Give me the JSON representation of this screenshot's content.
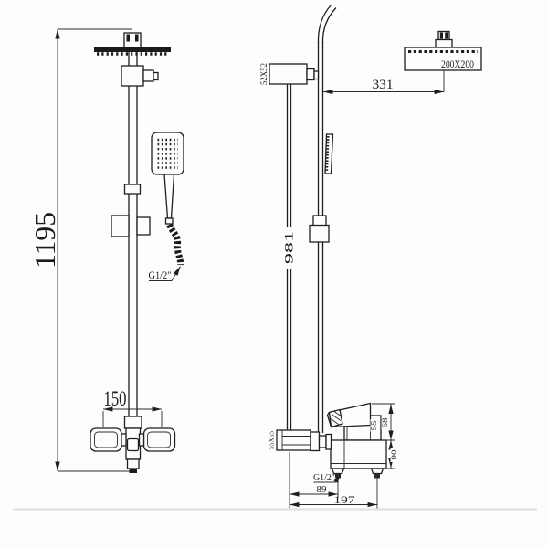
{
  "drawing": {
    "kind": "technical-drawing",
    "subject": "thermostatic shower column, two orthographic views with dimensions",
    "background": "#fdfdfd",
    "line_color": "#1e1e1e",
    "front_view": {
      "overall_height": "1195",
      "handle_spacing": "150",
      "hose_thread_label": "G1/2″"
    },
    "side_view": {
      "head_size_label": "200X200",
      "head_offset": "331",
      "rail_length": "981",
      "bracket_section_label": "52X52",
      "pipe_section_label": "55X55",
      "body_upper_height": "68",
      "body_lower_height": "90",
      "body_inner_width": "55",
      "inlet_offset": "89",
      "overall_depth": "197",
      "inlet_thread_label": "G1/2″"
    }
  }
}
